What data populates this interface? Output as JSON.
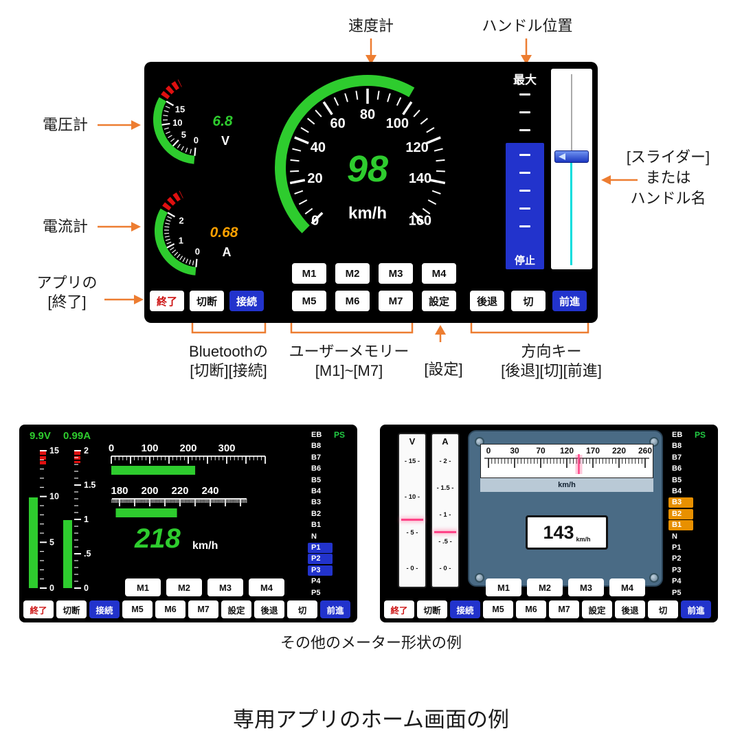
{
  "page": {
    "other_meters_caption": "その他のメーター形状の例",
    "main_caption": "専用アプリのホーム画面の例"
  },
  "colors": {
    "accent_green": "#2ECC2E",
    "value_orange": "#FFA000",
    "highlight_blue": "#2233CC",
    "highlight_orange": "#E89000",
    "annotation_orange": "#ED7D31",
    "needle_pink": "#FF4488",
    "red_zone": "#E01010",
    "cyan": "#00DDDD",
    "ps_green": "#22CC44",
    "exit_red": "#CC1111",
    "panel_slate": "#4A6B85"
  },
  "annotations": {
    "speedometer": "速度計",
    "handle_position": "ハンドル位置",
    "voltmeter": "電圧計",
    "ammeter": "電流計",
    "app_exit": [
      "アプリの",
      "[終了]"
    ],
    "slider_label": [
      "[スライダー]",
      "または",
      "ハンドル名"
    ],
    "bluetooth": [
      "Bluetoothの",
      "[切断][接続]"
    ],
    "user_memory": [
      "ユーザーメモリー",
      "[M1]~[M7]"
    ],
    "settings": "[設定]",
    "direction_keys": [
      "方向キー",
      "[後退][切][前進]"
    ]
  },
  "main_screen": {
    "voltmeter": {
      "value": "6.8",
      "unit": "V",
      "ticks": [
        "0",
        "5",
        "10",
        "15"
      ]
    },
    "ammeter": {
      "value": "0.68",
      "unit": "A",
      "ticks": [
        "0",
        "1",
        "2"
      ]
    },
    "speedometer": {
      "value": "98",
      "unit": "km/h",
      "ticks": [
        "0",
        "20",
        "40",
        "60",
        "80",
        "100",
        "120",
        "140",
        "160"
      ]
    },
    "handle": {
      "max_label": "最大",
      "stop_label": "停止"
    },
    "memory_buttons": [
      "M1",
      "M2",
      "M3",
      "M4"
    ],
    "bottom_buttons": [
      {
        "label": "終了",
        "name": "exit-button",
        "style": "exit"
      },
      {
        "label": "切断",
        "name": "disconnect-button",
        "style": "default"
      },
      {
        "label": "接続",
        "name": "connect-button",
        "style": "primary"
      },
      {
        "label": "M5",
        "name": "memory-m5-button",
        "style": "default"
      },
      {
        "label": "M6",
        "name": "memory-m6-button",
        "style": "default"
      },
      {
        "label": "M7",
        "name": "memory-m7-button",
        "style": "default"
      },
      {
        "label": "設定",
        "name": "settings-button",
        "style": "default"
      },
      {
        "label": "後退",
        "name": "reverse-button",
        "style": "default"
      },
      {
        "label": "切",
        "name": "off-button",
        "style": "default"
      },
      {
        "label": "前進",
        "name": "forward-button",
        "style": "primary"
      }
    ]
  },
  "alt_screen_left": {
    "voltage_readout": "9.9V",
    "current_readout": "0.99A",
    "voltage_scale": [
      "15",
      "10",
      "5",
      "0"
    ],
    "current_scale": [
      "2",
      "1.5",
      "1",
      ".5",
      "0"
    ],
    "ruler1_labels": [
      "0",
      "100",
      "200",
      "300"
    ],
    "ruler2_labels": [
      "180",
      "200",
      "220",
      "240"
    ],
    "speed_value": "218",
    "speed_unit": "km/h",
    "ps_label": "PS",
    "status_list": [
      "EB",
      "B8",
      "B7",
      "B6",
      "B5",
      "B4",
      "B3",
      "B2",
      "B1",
      "N",
      "P1",
      "P2",
      "P3",
      "P4",
      "P5"
    ],
    "status_highlighted": [
      "P1",
      "P2",
      "P3"
    ],
    "memory_buttons": [
      "M1",
      "M2",
      "M3",
      "M4"
    ],
    "bottom_buttons": [
      {
        "label": "終了",
        "name": "exit-button",
        "style": "exit"
      },
      {
        "label": "切断",
        "name": "disconnect-button",
        "style": "default"
      },
      {
        "label": "接続",
        "name": "connect-button",
        "style": "primary"
      },
      {
        "label": "M5",
        "name": "memory-m5-button",
        "style": "default"
      },
      {
        "label": "M6",
        "name": "memory-m6-button",
        "style": "default"
      },
      {
        "label": "M7",
        "name": "memory-m7-button",
        "style": "default"
      },
      {
        "label": "設定",
        "name": "settings-button",
        "style": "default"
      },
      {
        "label": "後退",
        "name": "reverse-button",
        "style": "default"
      },
      {
        "label": "切",
        "name": "off-button",
        "style": "default"
      },
      {
        "label": "前進",
        "name": "forward-button",
        "style": "primary"
      }
    ]
  },
  "alt_screen_right": {
    "v_meter_title": "V",
    "a_meter_title": "A",
    "v_meter_scale": [
      "15",
      "10",
      "5",
      "0"
    ],
    "a_meter_scale": [
      "2",
      "1.5",
      "1",
      ".5",
      "0"
    ],
    "speed_scale_labels": [
      "0",
      "30",
      "70",
      "120",
      "170",
      "220",
      "260"
    ],
    "speed_scale_unit": "km/h",
    "speed_value": "143",
    "speed_value_unit": "km/h",
    "ps_label": "PS",
    "status_list": [
      "EB",
      "B8",
      "B7",
      "B6",
      "B5",
      "B4",
      "B3",
      "B2",
      "B1",
      "N",
      "P1",
      "P2",
      "P3",
      "P4",
      "P5"
    ],
    "status_highlighted": [
      "B3",
      "B2",
      "B1"
    ],
    "memory_buttons": [
      "M1",
      "M2",
      "M3",
      "M4"
    ],
    "bottom_buttons": [
      {
        "label": "終了",
        "name": "exit-button",
        "style": "exit"
      },
      {
        "label": "切断",
        "name": "disconnect-button",
        "style": "default"
      },
      {
        "label": "接続",
        "name": "connect-button",
        "style": "primary"
      },
      {
        "label": "M5",
        "name": "memory-m5-button",
        "style": "default"
      },
      {
        "label": "M6",
        "name": "memory-m6-button",
        "style": "default"
      },
      {
        "label": "M7",
        "name": "memory-m7-button",
        "style": "default"
      },
      {
        "label": "設定",
        "name": "settings-button",
        "style": "default"
      },
      {
        "label": "後退",
        "name": "reverse-button",
        "style": "default"
      },
      {
        "label": "切",
        "name": "off-button",
        "style": "default"
      },
      {
        "label": "前進",
        "name": "forward-button",
        "style": "primary"
      }
    ]
  }
}
